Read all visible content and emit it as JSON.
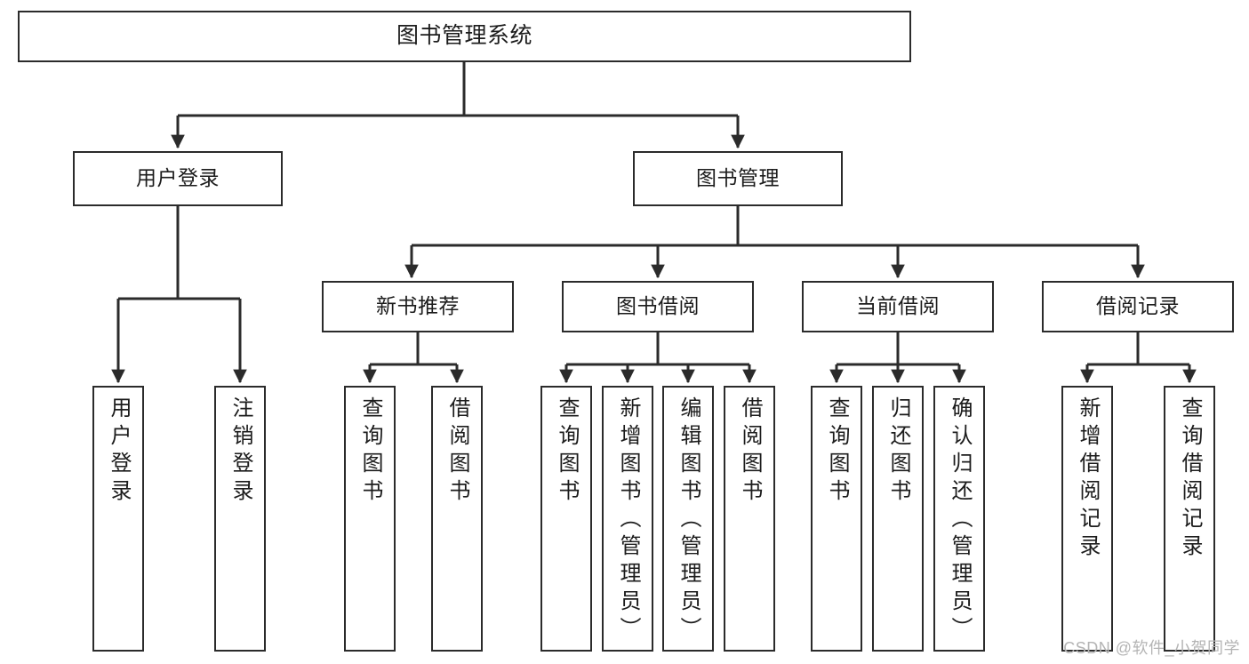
{
  "diagram": {
    "title": "图书管理系统",
    "watermark": "CSDN @软件_小贺同学",
    "stroke_color": "#2b2b2b",
    "fill_color": "#ffffff",
    "text_color": "#1c1c1c",
    "watermark_color": "#b4b4b4"
  },
  "nodes": {
    "root": {
      "label": "图书管理系统"
    },
    "level1": [
      {
        "label": "用户登录"
      },
      {
        "label": "图书管理"
      }
    ],
    "level2": [
      {
        "label": "新书推荐"
      },
      {
        "label": "图书借阅"
      },
      {
        "label": "当前借阅"
      },
      {
        "label": "借阅记录"
      }
    ],
    "leaves": [
      {
        "label": "用户登录"
      },
      {
        "label": "注销登录"
      },
      {
        "label": "查询图书"
      },
      {
        "label": "借阅图书"
      },
      {
        "label": "查询图书"
      },
      {
        "label": "新增图书（管理员）"
      },
      {
        "label": "编辑图书（管理员）"
      },
      {
        "label": "借阅图书"
      },
      {
        "label": "查询图书"
      },
      {
        "label": "归还图书"
      },
      {
        "label": "确认归还（管理员）"
      },
      {
        "label": "新增借阅记录"
      },
      {
        "label": "查询借阅记录"
      }
    ]
  }
}
